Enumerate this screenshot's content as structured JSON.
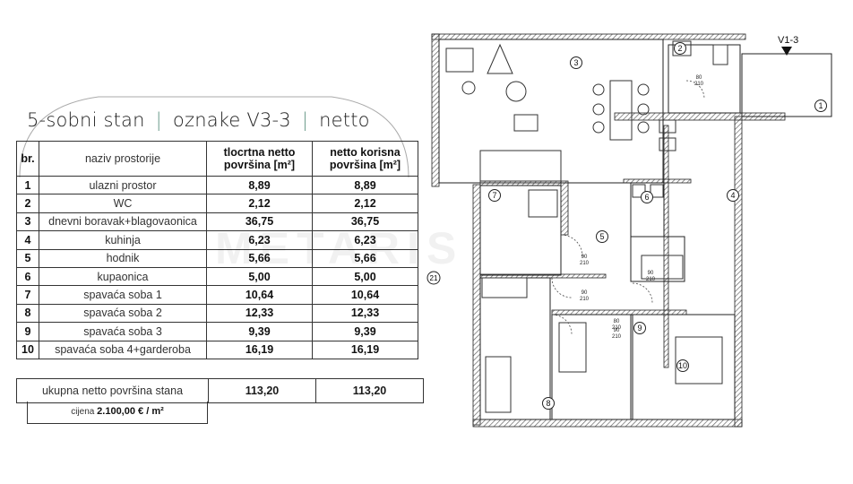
{
  "heading": {
    "title": "5-sobni stan",
    "separator": "|",
    "code": "oznake V3-3",
    "type": "netto"
  },
  "table": {
    "headers": {
      "number": "br.",
      "name": "naziv prostorije",
      "floor_area": [
        "tlocrtna netto",
        "površina [m²]"
      ],
      "usable_area": [
        "netto korisna",
        "površina [m²]"
      ]
    },
    "rows": [
      {
        "no": "1",
        "name": "ulazni prostor",
        "floor": "8,89",
        "usable": "8,89"
      },
      {
        "no": "2",
        "name": "WC",
        "floor": "2,12",
        "usable": "2,12"
      },
      {
        "no": "3",
        "name": "dnevni boravak+blagovaonica",
        "floor": "36,75",
        "usable": "36,75"
      },
      {
        "no": "4",
        "name": "kuhinja",
        "floor": "6,23",
        "usable": "6,23"
      },
      {
        "no": "5",
        "name": "hodnik",
        "floor": "5,66",
        "usable": "5,66"
      },
      {
        "no": "6",
        "name": "kupaonica",
        "floor": "5,00",
        "usable": "5,00"
      },
      {
        "no": "7",
        "name": "spavaća soba 1",
        "floor": "10,64",
        "usable": "10,64"
      },
      {
        "no": "8",
        "name": "spavaća soba 2",
        "floor": "12,33",
        "usable": "12,33"
      },
      {
        "no": "9",
        "name": "spavaća soba 3",
        "floor": "9,39",
        "usable": "9,39"
      },
      {
        "no": "10",
        "name": "spavaća soba 4+garderoba",
        "floor": "16,19",
        "usable": "16,19"
      }
    ]
  },
  "total": {
    "label": "ukupna netto površina stana",
    "floor": "113,20",
    "usable": "113,20"
  },
  "price": {
    "label": "cijena",
    "value": "2.100,00 € / m²"
  },
  "plan": {
    "unit_label": "V1-3",
    "room_numbers": [
      "1",
      "2",
      "3",
      "4",
      "5",
      "6",
      "7",
      "8",
      "9",
      "10"
    ],
    "door_labels": [
      "80\n210",
      "90\n210",
      "90\n210",
      "90\n210",
      "80\n210",
      "90\n210"
    ],
    "side_label": "21",
    "line_color": "#222222",
    "hatch_color": "#777777"
  }
}
